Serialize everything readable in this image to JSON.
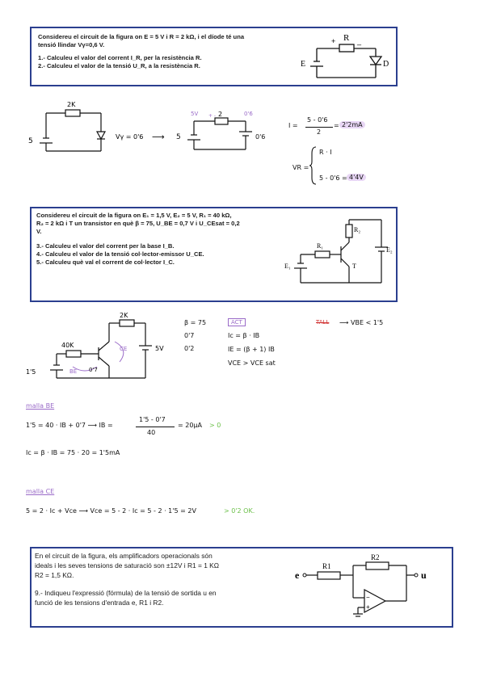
{
  "problem1": {
    "line1": "Considereu el circuit de la figura on E = 5 V i R = 2 kΩ, i el díode té una",
    "line2": "tensió llindar Vγ=0,6 V.",
    "q1": "1.- Calculeu el valor del corrent I_R, per la resistència R.",
    "q2": "2.- Calculeu el valor de la tensió U_R, a la resistència R.",
    "fig_R": "R",
    "fig_E": "E",
    "fig_D": "D",
    "fig_plus": "+",
    "fig_minus": "_"
  },
  "solution1": {
    "res_label": "2K",
    "src_label": "5",
    "vgamma": "Vγ = 0'6",
    "arrow": "⟶",
    "src2_label": "5",
    "top_5v": "5V",
    "top_2": "2",
    "top_06": "0'6",
    "plus_minus": "+  -",
    "right_06": "0'6",
    "I_eq_lhs": "I =",
    "I_num": "5 - 0'6",
    "I_den": "2",
    "I_result": "2'2mA",
    "VR_label": "VR =",
    "VR_top": "R · I",
    "VR_bottom": "5 - 0'6 =",
    "VR_result": "4'4V"
  },
  "problem2": {
    "line1": "Considereu el circuit de la figura on E₁ = 1,5 V, E₂ = 5 V, R₁ = 40 kΩ,",
    "line2": "R₂ = 2 kΩ i T un transistor en què β = 75, U_BE = 0,7 V i U_CEsat = 0,2",
    "line3": "V.",
    "q3": "3.- Calculeu el valor del corrent per la base I_B.",
    "q4": "4.- Calculeu el valor de la tensió col·lector-emissor U_CE.",
    "q5": "5.- Calculeu què val el corrent de col·lector I_C.",
    "fig_R1": "R₁",
    "fig_R2": "R₂",
    "fig_E1": "E₁",
    "fig_E2": "E₂",
    "fig_T": "T"
  },
  "solution2": {
    "r2": "2K",
    "r1": "40K",
    "e2": "5V",
    "e1": "1'5",
    "ce": "CE",
    "be": "BE",
    "vbe": "0'7",
    "beta": "β = 75",
    "vbe_val": "0'7",
    "vcesat": "0'2",
    "act": "ACT",
    "ic_eq": "Ic = β · IB",
    "ie_eq": "IE = (β + 1) IB",
    "vce_cond": "VCE > VCE sat",
    "tall": "TALL",
    "tall_cond": "⟶  VBE < 1'5",
    "malla_be": "malla BE",
    "eq_be_a": "1'5 = 40 · IB + 0'7  ⟶  IB =",
    "eq_be_num": "1'5 - 0'7",
    "eq_be_den": "40",
    "eq_be_res": "= 20μA",
    "eq_be_check": "> 0",
    "eq_ic": "Ic = β · IB = 75 · 20 = 1'5mA",
    "malla_ce": "malla CE",
    "eq_ce": "5 = 2 · Ic + Vce  ⟶  Vce = 5 - 2 · Ic = 5 - 2 · 1'5 = 2V",
    "eq_ce_check": "> 0'2  OK."
  },
  "problem3": {
    "line1": "En el circuit de la figura, els amplificadors operacionals són",
    "line2": "ideals i les seves tensions de saturació son ±12V i R1 = 1 KΩ",
    "line3": "R2 = 1,5 KΩ.",
    "q9": "9.- Indiqueu l'expressió (fórmula) de la tensió de sortida u en",
    "q9b": "funció de les tensions d'entrada e, R1 i R2.",
    "fig_e": "e",
    "fig_u": "u",
    "fig_R1": "R1",
    "fig_R2": "R2",
    "fig_minus": "−",
    "fig_plus": "+"
  },
  "colors": {
    "box_border": "#2b3f8f",
    "handwriting_purple": "#9a6bc8",
    "highlight": "#e8d6f5",
    "green_check": "#6cc04a",
    "red_strike": "#d03030"
  }
}
